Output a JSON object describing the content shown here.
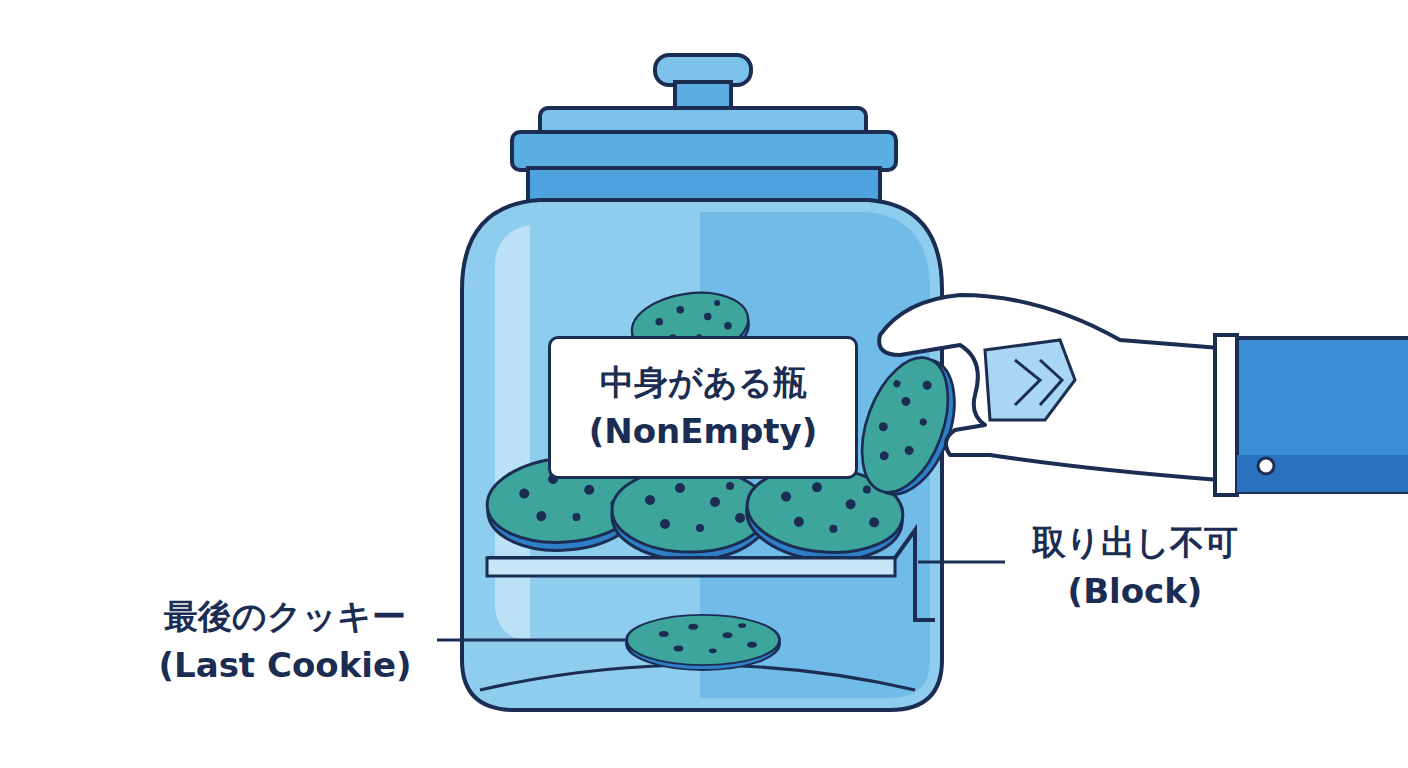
{
  "diagram": {
    "nodes": [
      {
        "text": [
          "中身がある瓶 (NonEmpty)"
        ]
      }
    ],
    "labels": [
      "取り出し不可 (Block)",
      "最後のクッキー (Last Cookie)"
    ]
  }
}
